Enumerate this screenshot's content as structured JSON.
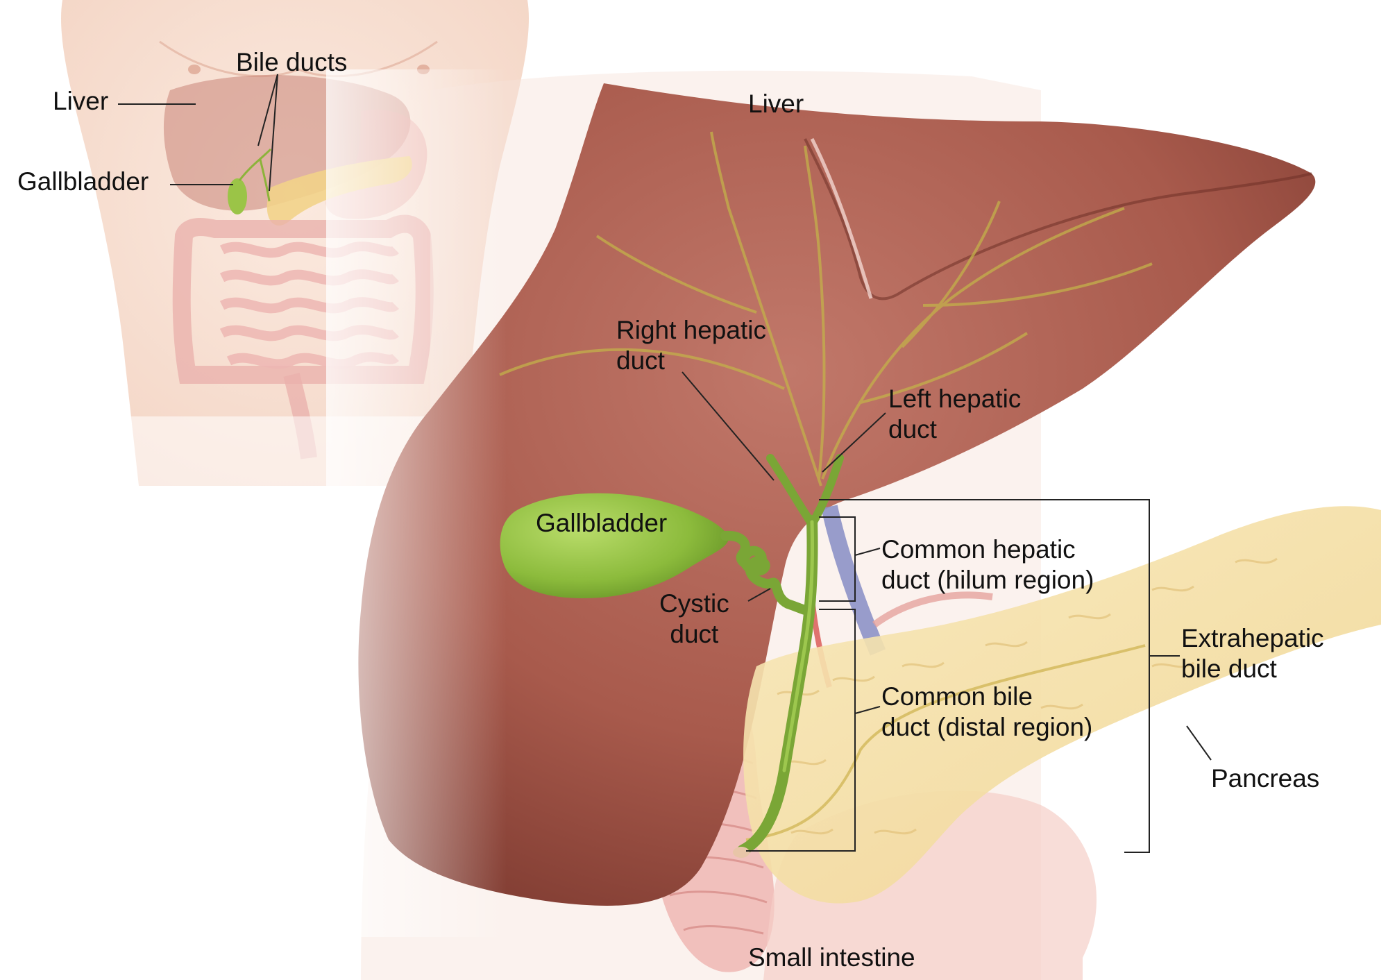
{
  "figure": {
    "colors": {
      "skin": "#f6dccd",
      "liver": "#a85a4c",
      "liver_dark": "#7d3a30",
      "gallbladder": "#8cbb3c",
      "bile_duct": "#7aa636",
      "pancreas": "#f6e0a6",
      "intestine": "#eeb7b3",
      "vessel_blue": "#8d92c6",
      "vessel_red": "#d9534f",
      "line": "#222222"
    },
    "inset_labels": {
      "liver": "Liver",
      "bile_ducts": "Bile ducts",
      "gallbladder": "Gallbladder"
    },
    "main_labels": {
      "liver": "Liver",
      "gallbladder": "Gallbladder",
      "right_hepatic_duct": [
        "Right hepatic",
        "duct"
      ],
      "left_hepatic_duct": [
        "Left hepatic",
        "duct"
      ],
      "cystic_duct": [
        "Cystic",
        "duct"
      ],
      "common_hepatic_duct": [
        "Common hepatic",
        "duct (hilum region)"
      ],
      "common_bile_duct": [
        "Common bile",
        "duct (distal region)"
      ],
      "extrahepatic_bile_duct": [
        "Extrahepatic",
        "bile duct"
      ],
      "pancreas": "Pancreas",
      "small_intestine": "Small intestine"
    }
  }
}
